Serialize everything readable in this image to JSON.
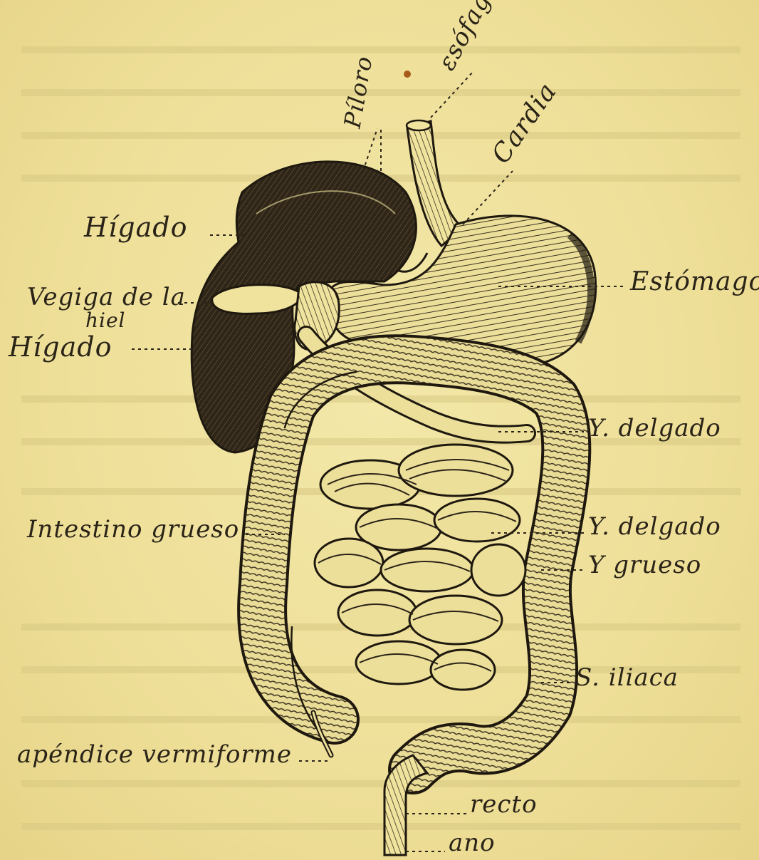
{
  "labels": {
    "esofago": "ɛsófago",
    "piloro": "Píloro",
    "cardia": "Cardia",
    "higado_top": "Hígado",
    "estomago": "Estómago",
    "vejiga_1": "Vegiga de la",
    "vejiga_2": "hiel",
    "higado_bottom": "Hígado",
    "i_delgado_1": "Y. delgado",
    "intestino_grueso": "Intestino grueso",
    "i_delgado_2": "Y. delgado",
    "i_grueso": "Y grueso",
    "s_iliaca": "S. iliaca",
    "apendice": "apéndice vermiforme",
    "recto": "recto",
    "ano": "ano"
  }
}
